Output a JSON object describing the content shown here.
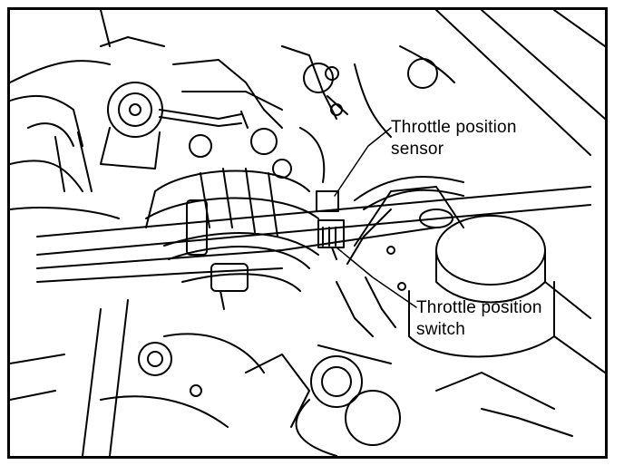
{
  "labels": {
    "tps_sensor": {
      "line1": "Throttle position",
      "line2": "sensor"
    },
    "tps_switch": {
      "line1": "Throttle position",
      "line2": "switch"
    }
  },
  "colors": {
    "ink": "#000000",
    "paper": "#ffffff"
  }
}
